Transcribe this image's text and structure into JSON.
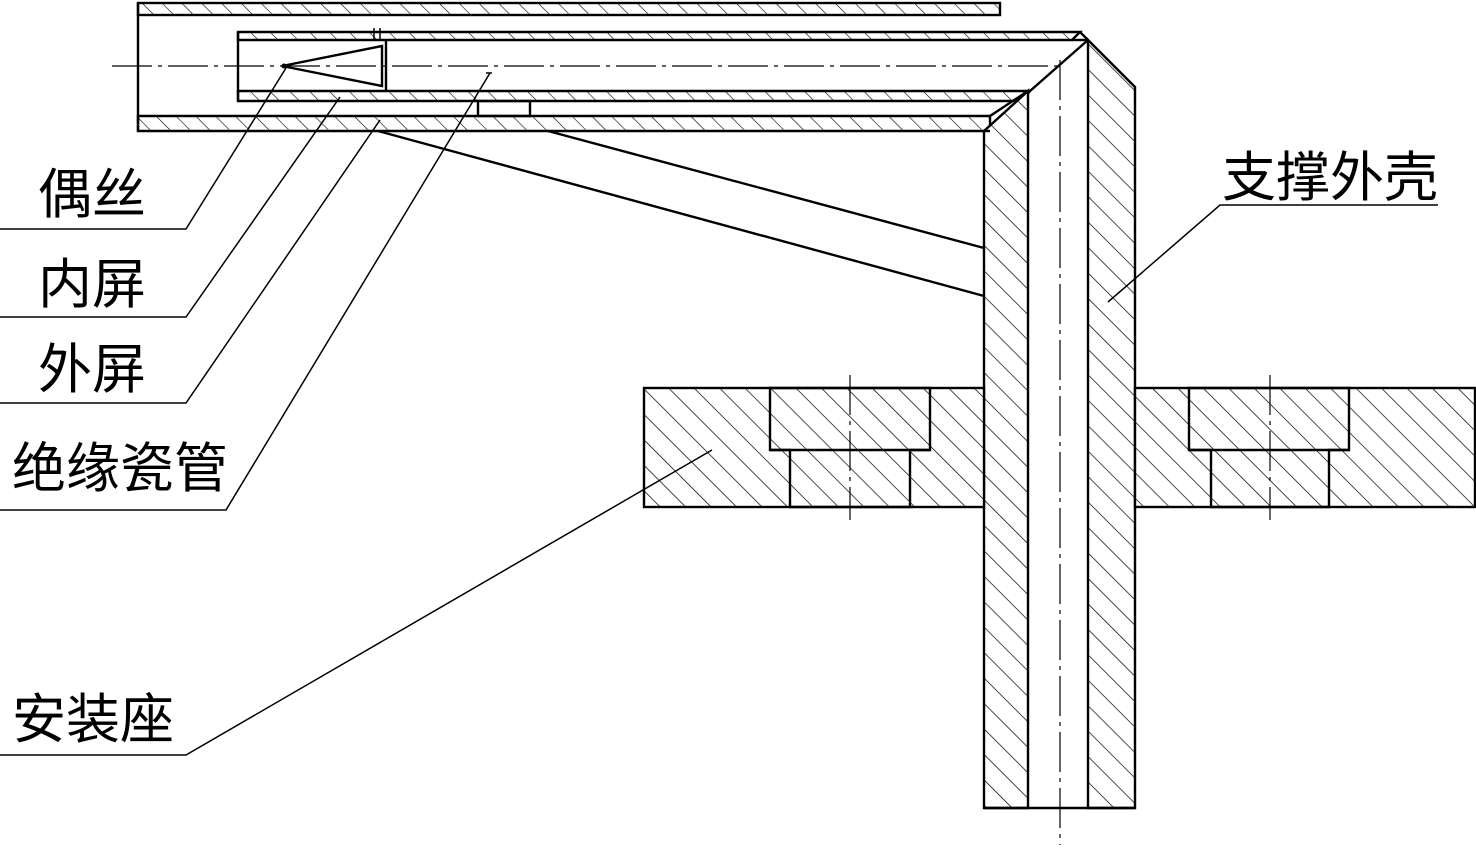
{
  "labels": {
    "thermocouple_wire": "偶丝",
    "inner_shield": "内屏",
    "outer_shield": "外屏",
    "ceramic_tube": "绝缘瓷管",
    "mounting_base": "安装座",
    "support_shell": "支撑外壳"
  },
  "colors": {
    "line": "#000000",
    "background": "#ffffff"
  }
}
